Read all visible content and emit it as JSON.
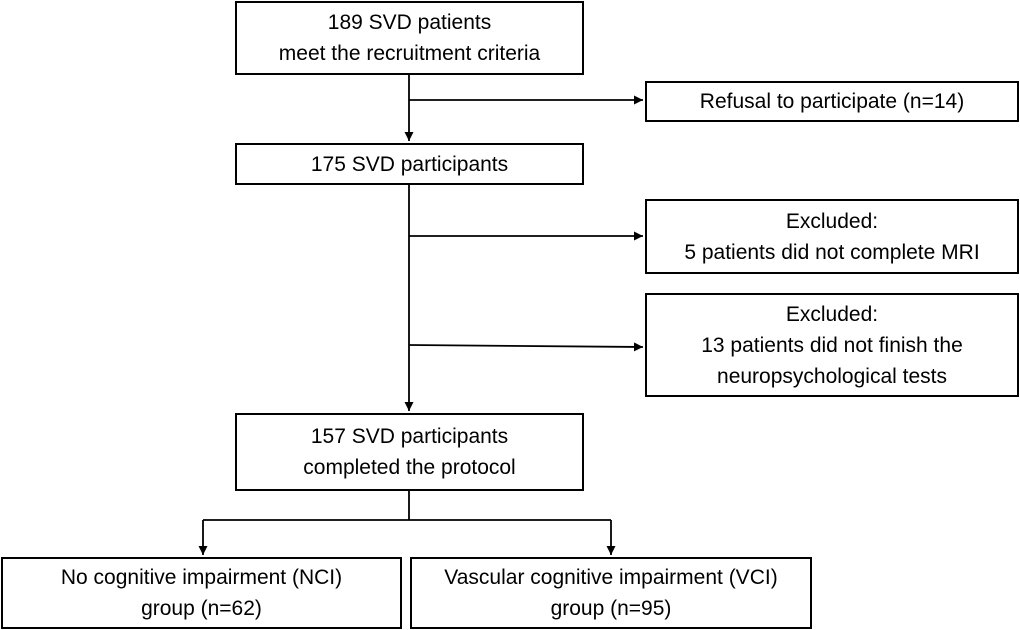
{
  "flowchart": {
    "recruited": {
      "line1": "189 SVD patients",
      "line2": "meet the recruitment criteria"
    },
    "refusal": {
      "line1": "Refusal to participate (n=14)"
    },
    "participants": {
      "line1": "175 SVD participants"
    },
    "excluded_mri": {
      "line1": "Excluded:",
      "line2": "5 patients did not complete MRI"
    },
    "excluded_tests": {
      "line1": "Excluded:",
      "line2": "13 patients did not finish the",
      "line3": "neuropsychological tests"
    },
    "completed": {
      "line1": "157 SVD participants",
      "line2": "completed the protocol"
    },
    "nci": {
      "line1": "No cognitive impairment (NCI)",
      "line2": "group (n=62)"
    },
    "vci": {
      "line1": "Vascular cognitive impairment (VCI)",
      "line2": "group (n=95)"
    }
  }
}
